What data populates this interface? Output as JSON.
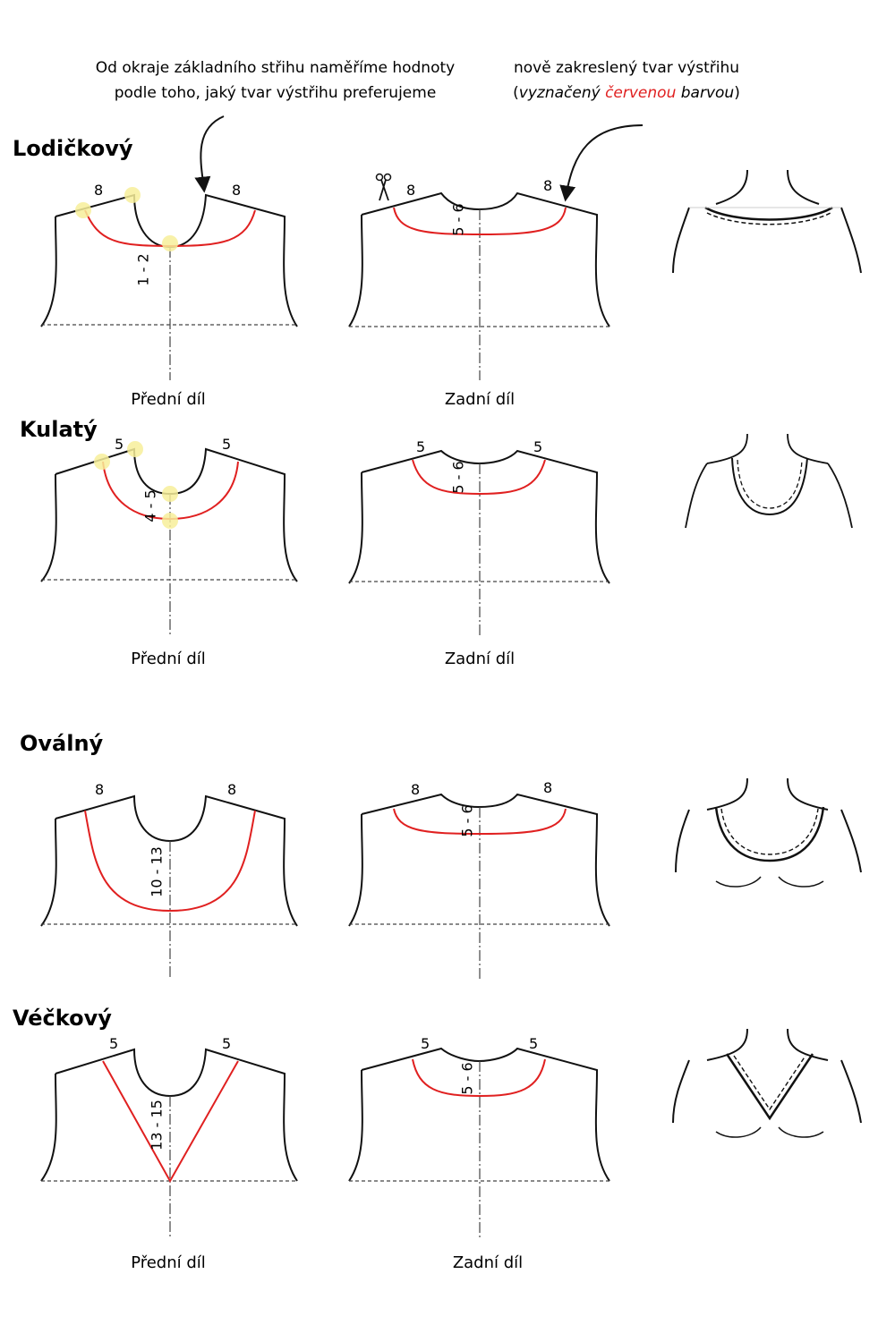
{
  "notes": {
    "left_line1": "Od okraje základního střihu naměříme hodnoty",
    "left_line2": "podle toho, jaký tvar výstřihu preferujeme",
    "right_line1": "nově zakreslený tvar výstřihu",
    "right_line2_pre": "(",
    "right_line2_italic1": "vyznačený ",
    "right_line2_red": "červenou",
    "right_line2_italic2": " barvou",
    "right_line2_post": ")"
  },
  "colors": {
    "outline": "#111111",
    "neckline": "#e02020",
    "highlight": "#f7ef9a",
    "guide": "#444444"
  },
  "icons": [
    "scissors-icon",
    "arrow-left-icon",
    "arrow-right-icon"
  ],
  "rows": [
    {
      "title": "Lodičkový",
      "front": {
        "left": "8",
        "right": "8",
        "depth": "1 - 2",
        "caption": "Přední díl"
      },
      "back": {
        "left": "8",
        "right": "8",
        "depth": "5 - 6",
        "caption": "Zadní díl"
      }
    },
    {
      "title": "Kulatý",
      "front": {
        "left": "5",
        "right": "5",
        "depth": "4 - 5",
        "caption": "Přední díl"
      },
      "back": {
        "left": "5",
        "right": "5",
        "depth": "5 - 6",
        "caption": "Zadní díl"
      }
    },
    {
      "title": "Oválný",
      "front": {
        "left": "8",
        "right": "8",
        "depth": "10 - 13",
        "caption": ""
      },
      "back": {
        "left": "8",
        "right": "8",
        "depth": "5 - 6",
        "caption": ""
      }
    },
    {
      "title": "Véčkový",
      "front": {
        "left": "5",
        "right": "5",
        "depth": "13 - 15",
        "caption": "Přední díl"
      },
      "back": {
        "left": "5",
        "right": "5",
        "depth": "5 - 6",
        "caption": "Zadní díl"
      }
    }
  ]
}
